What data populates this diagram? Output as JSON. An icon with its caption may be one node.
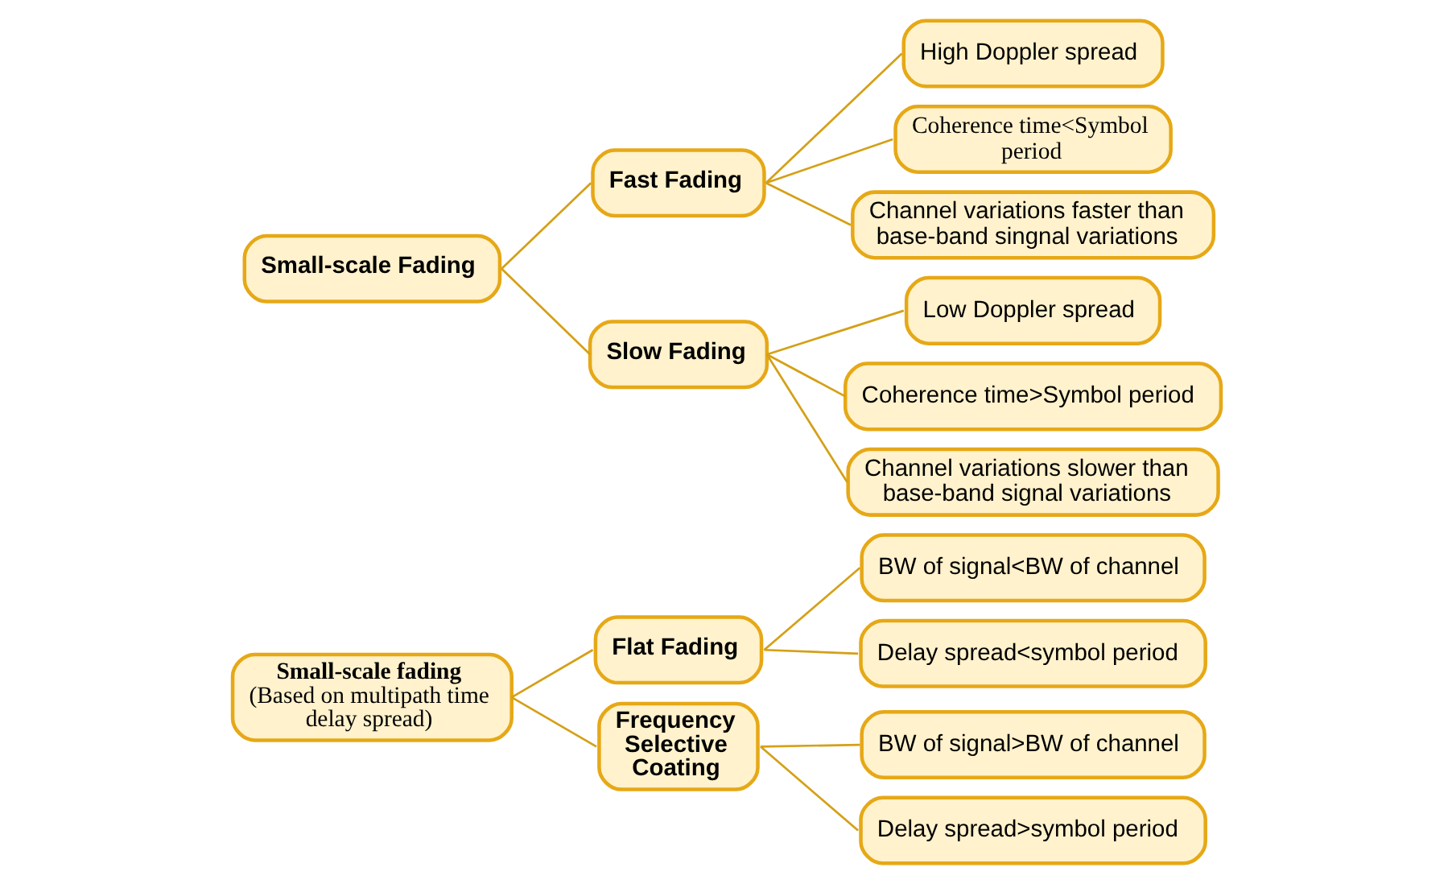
{
  "diagram": {
    "nodes": [
      {
        "text": [
          "Small-scale fading",
          "(Based on multipath time delay spread)"
        ]
      },
      {
        "text": [
          "Flat Fading"
        ]
      },
      {
        "text": [
          "BW of signal<BW of channel"
        ]
      },
      {
        "text": [
          "Delay spread<symbol period"
        ]
      },
      {
        "text": [
          "Frequency Selective Coating"
        ]
      },
      {
        "text": [
          "BW of signal>BW of channel"
        ]
      },
      {
        "text": [
          "Delay spread>symbol period"
        ]
      },
      {
        "text": [
          "Small-scale Fading"
        ]
      },
      {
        "text": [
          "Fast Fading"
        ]
      },
      {
        "text": [
          "High Doppler spread"
        ]
      },
      {
        "text": [
          "Coherence time<Symbol period"
        ]
      },
      {
        "text": [
          "Channel variations faster than base-band singnal variations"
        ]
      },
      {
        "text": [
          "Slow Fading"
        ]
      },
      {
        "text": [
          "Low Doppler spread"
        ]
      },
      {
        "text": [
          "Coherence time>Symbol period"
        ]
      },
      {
        "text": [
          "Channel variations slower than base-band signal variations"
        ]
      }
    ],
    "edges": [
      {
        "from": 0,
        "to": 1,
        "arrow": "none"
      },
      {
        "from": 1,
        "to": 2,
        "arrow": "none"
      },
      {
        "from": 1,
        "to": 3,
        "arrow": "none"
      },
      {
        "from": 0,
        "to": 4,
        "arrow": "none"
      },
      {
        "from": 4,
        "to": 5,
        "arrow": "none"
      },
      {
        "from": 4,
        "to": 6,
        "arrow": "none"
      },
      {
        "from": 7,
        "to": 8,
        "arrow": "none"
      },
      {
        "from": 8,
        "to": 9,
        "arrow": "none"
      },
      {
        "from": 8,
        "to": 10,
        "arrow": "none"
      },
      {
        "from": 8,
        "to": 11,
        "arrow": "none"
      },
      {
        "from": 7,
        "to": 12,
        "arrow": "none"
      },
      {
        "from": 12,
        "to": 13,
        "arrow": "none"
      },
      {
        "from": 12,
        "to": 14,
        "arrow": "none"
      },
      {
        "from": 12,
        "to": 15,
        "arrow": "none"
      }
    ]
  }
}
